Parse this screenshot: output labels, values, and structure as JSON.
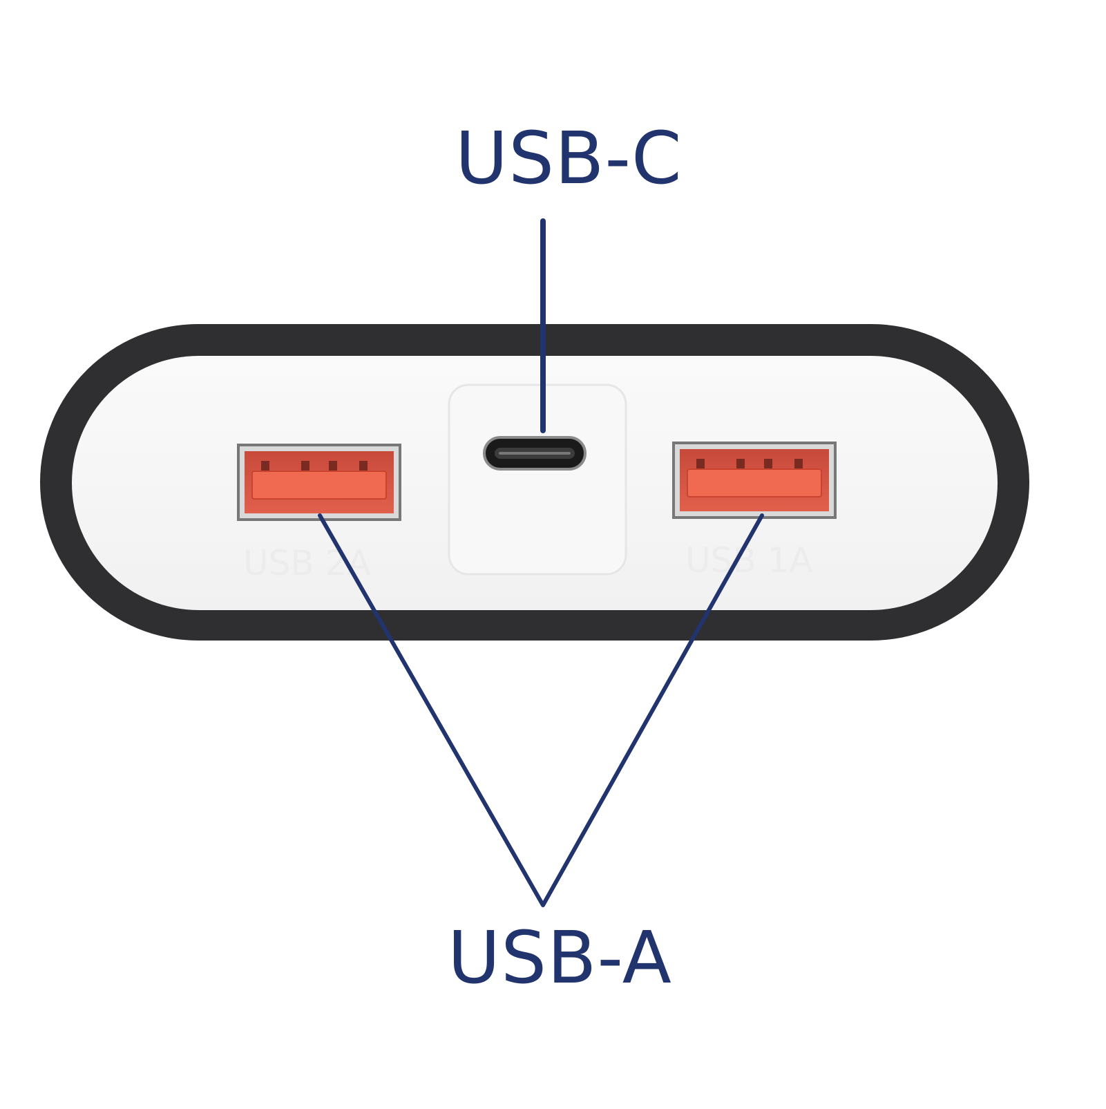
{
  "colors": {
    "background": "#ffffff",
    "body_black": "#2d2d2f",
    "panel_white": "#f7f7f7",
    "port_red": "#e8533f",
    "callout_navy": "#22346e"
  },
  "labels": {
    "usb_c": "USB-C",
    "usb_a": "USB-A"
  },
  "ports": {
    "left_embossed": "USB 2A",
    "right_embossed": "USB 1A"
  }
}
